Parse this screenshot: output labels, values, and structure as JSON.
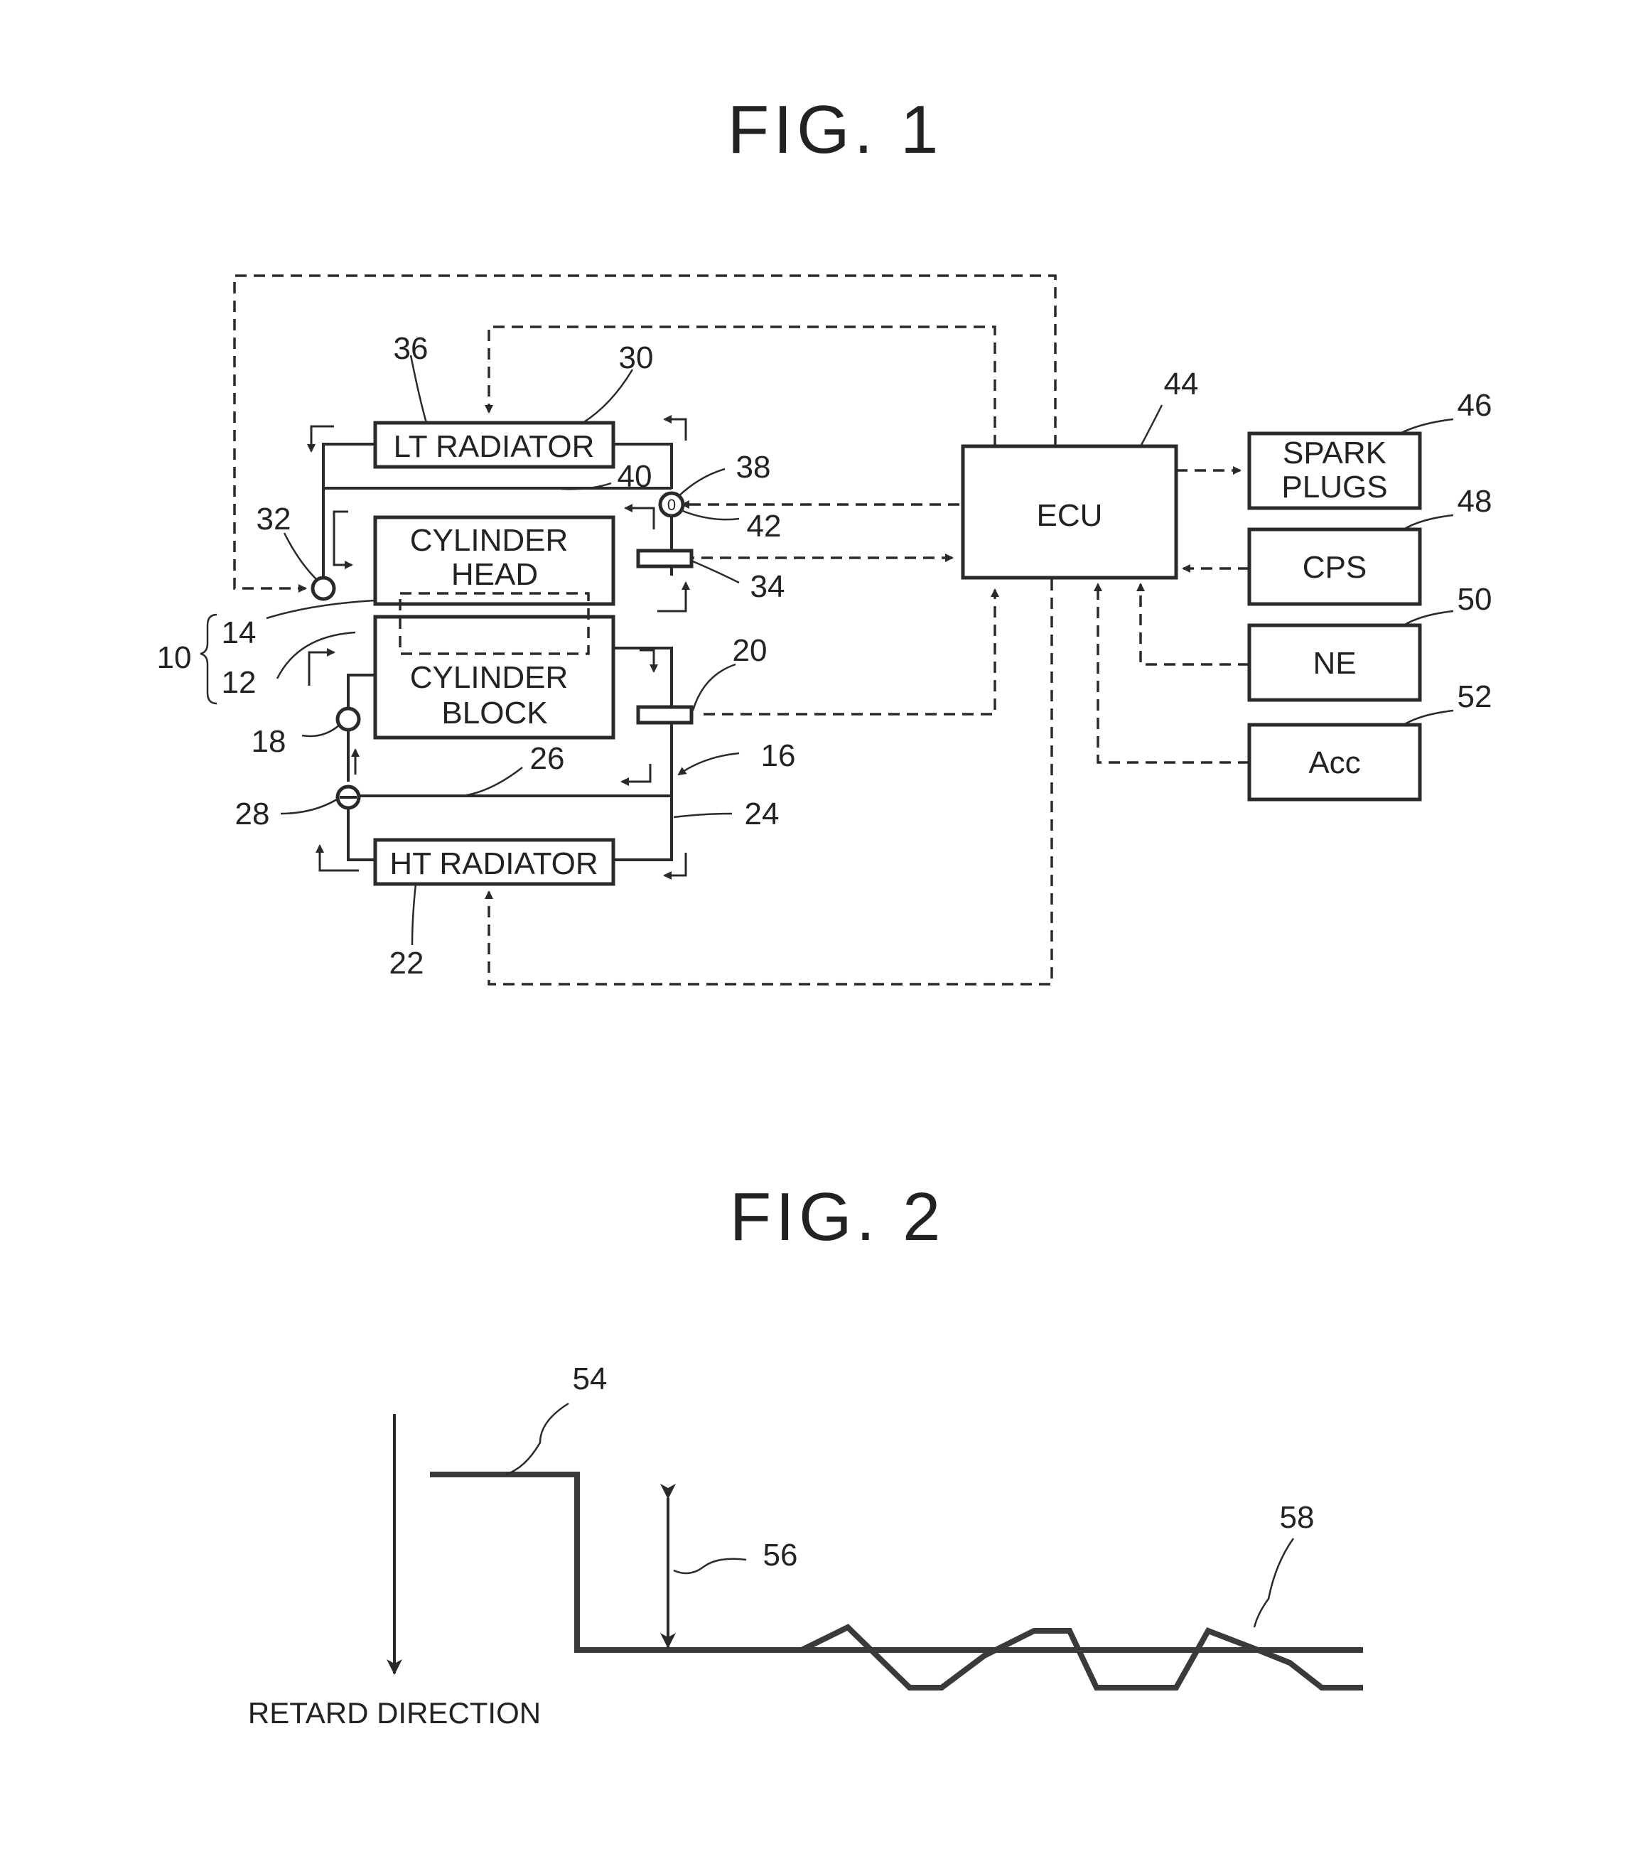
{
  "fig1": {
    "title": "FIG. 1",
    "boxes": {
      "lt_radiator": "LT RADIATOR",
      "cyl_head_line1": "CYLINDER",
      "cyl_head_line2": "HEAD",
      "cyl_block_line1": "CYLINDER",
      "cyl_block_line2": "BLOCK",
      "ht_radiator": "HT RADIATOR",
      "ecu": "ECU",
      "spark_line1": "SPARK",
      "spark_line2": "PLUGS",
      "cps": "CPS",
      "ne": "NE",
      "acc": "Acc"
    },
    "refs": {
      "r10": "10",
      "r12": "12",
      "r14": "14",
      "r16": "16",
      "r18": "18",
      "r20": "20",
      "r22": "22",
      "r24": "24",
      "r26": "26",
      "r28": "28",
      "r30": "30",
      "r32": "32",
      "r34": "34",
      "r36": "36",
      "r38": "38",
      "r40": "40",
      "r42": "42",
      "r44": "44",
      "r46": "46",
      "r48": "48",
      "r50": "50",
      "r52": "52"
    }
  },
  "fig2": {
    "title": "FIG. 2",
    "axis_label": "RETARD DIRECTION",
    "refs": {
      "r54": "54",
      "r56": "56",
      "r58": "58"
    }
  }
}
